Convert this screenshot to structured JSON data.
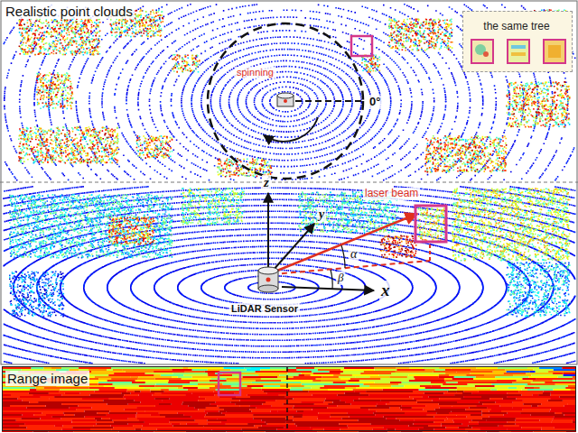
{
  "diagram": {
    "nodes": [
      {
        "text": [
          "Realistic point clouds"
        ]
      },
      {
        "text": [
          "spinning"
        ],
        "in": 0
      },
      {
        "text": [
          "the same tree"
        ],
        "in": 0
      },
      {
        "text": [
          "Range image"
        ]
      }
    ],
    "labels": [
      "0°",
      "laser beam",
      "z",
      "y",
      "x",
      "α",
      "β",
      "LiDAR Sensor"
    ]
  }
}
